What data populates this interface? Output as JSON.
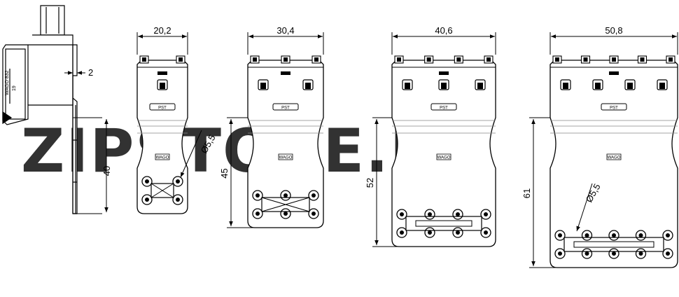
{
  "watermark": {
    "text": "ZIPSTORE.RU",
    "color": "#f2c9a0",
    "color_dark": "#d8d8d8"
  },
  "side_view": {
    "thickness_label": "2",
    "height_label": "40",
    "brand": "WAGO 832",
    "code": "19"
  },
  "connectors": [
    {
      "width_label": "20,2",
      "height_label": "40",
      "hole_label": "Ø5,5",
      "marking": "PST",
      "brand": "WAGO",
      "poles": 2
    },
    {
      "width_label": "30,4",
      "height_label": "45",
      "hole_label": "",
      "marking": "PST",
      "brand": "WAGO",
      "poles": 3
    },
    {
      "width_label": "40,6",
      "height_label": "52",
      "hole_label": "",
      "marking": "PST",
      "brand": "WAGO",
      "poles": 4
    },
    {
      "width_label": "50,8",
      "height_label": "61",
      "hole_label": "Ø5,5",
      "marking": "PST",
      "brand": "WAGO",
      "poles": 5
    }
  ],
  "colors": {
    "line": "#000000",
    "shade": "#cfcfcf"
  }
}
